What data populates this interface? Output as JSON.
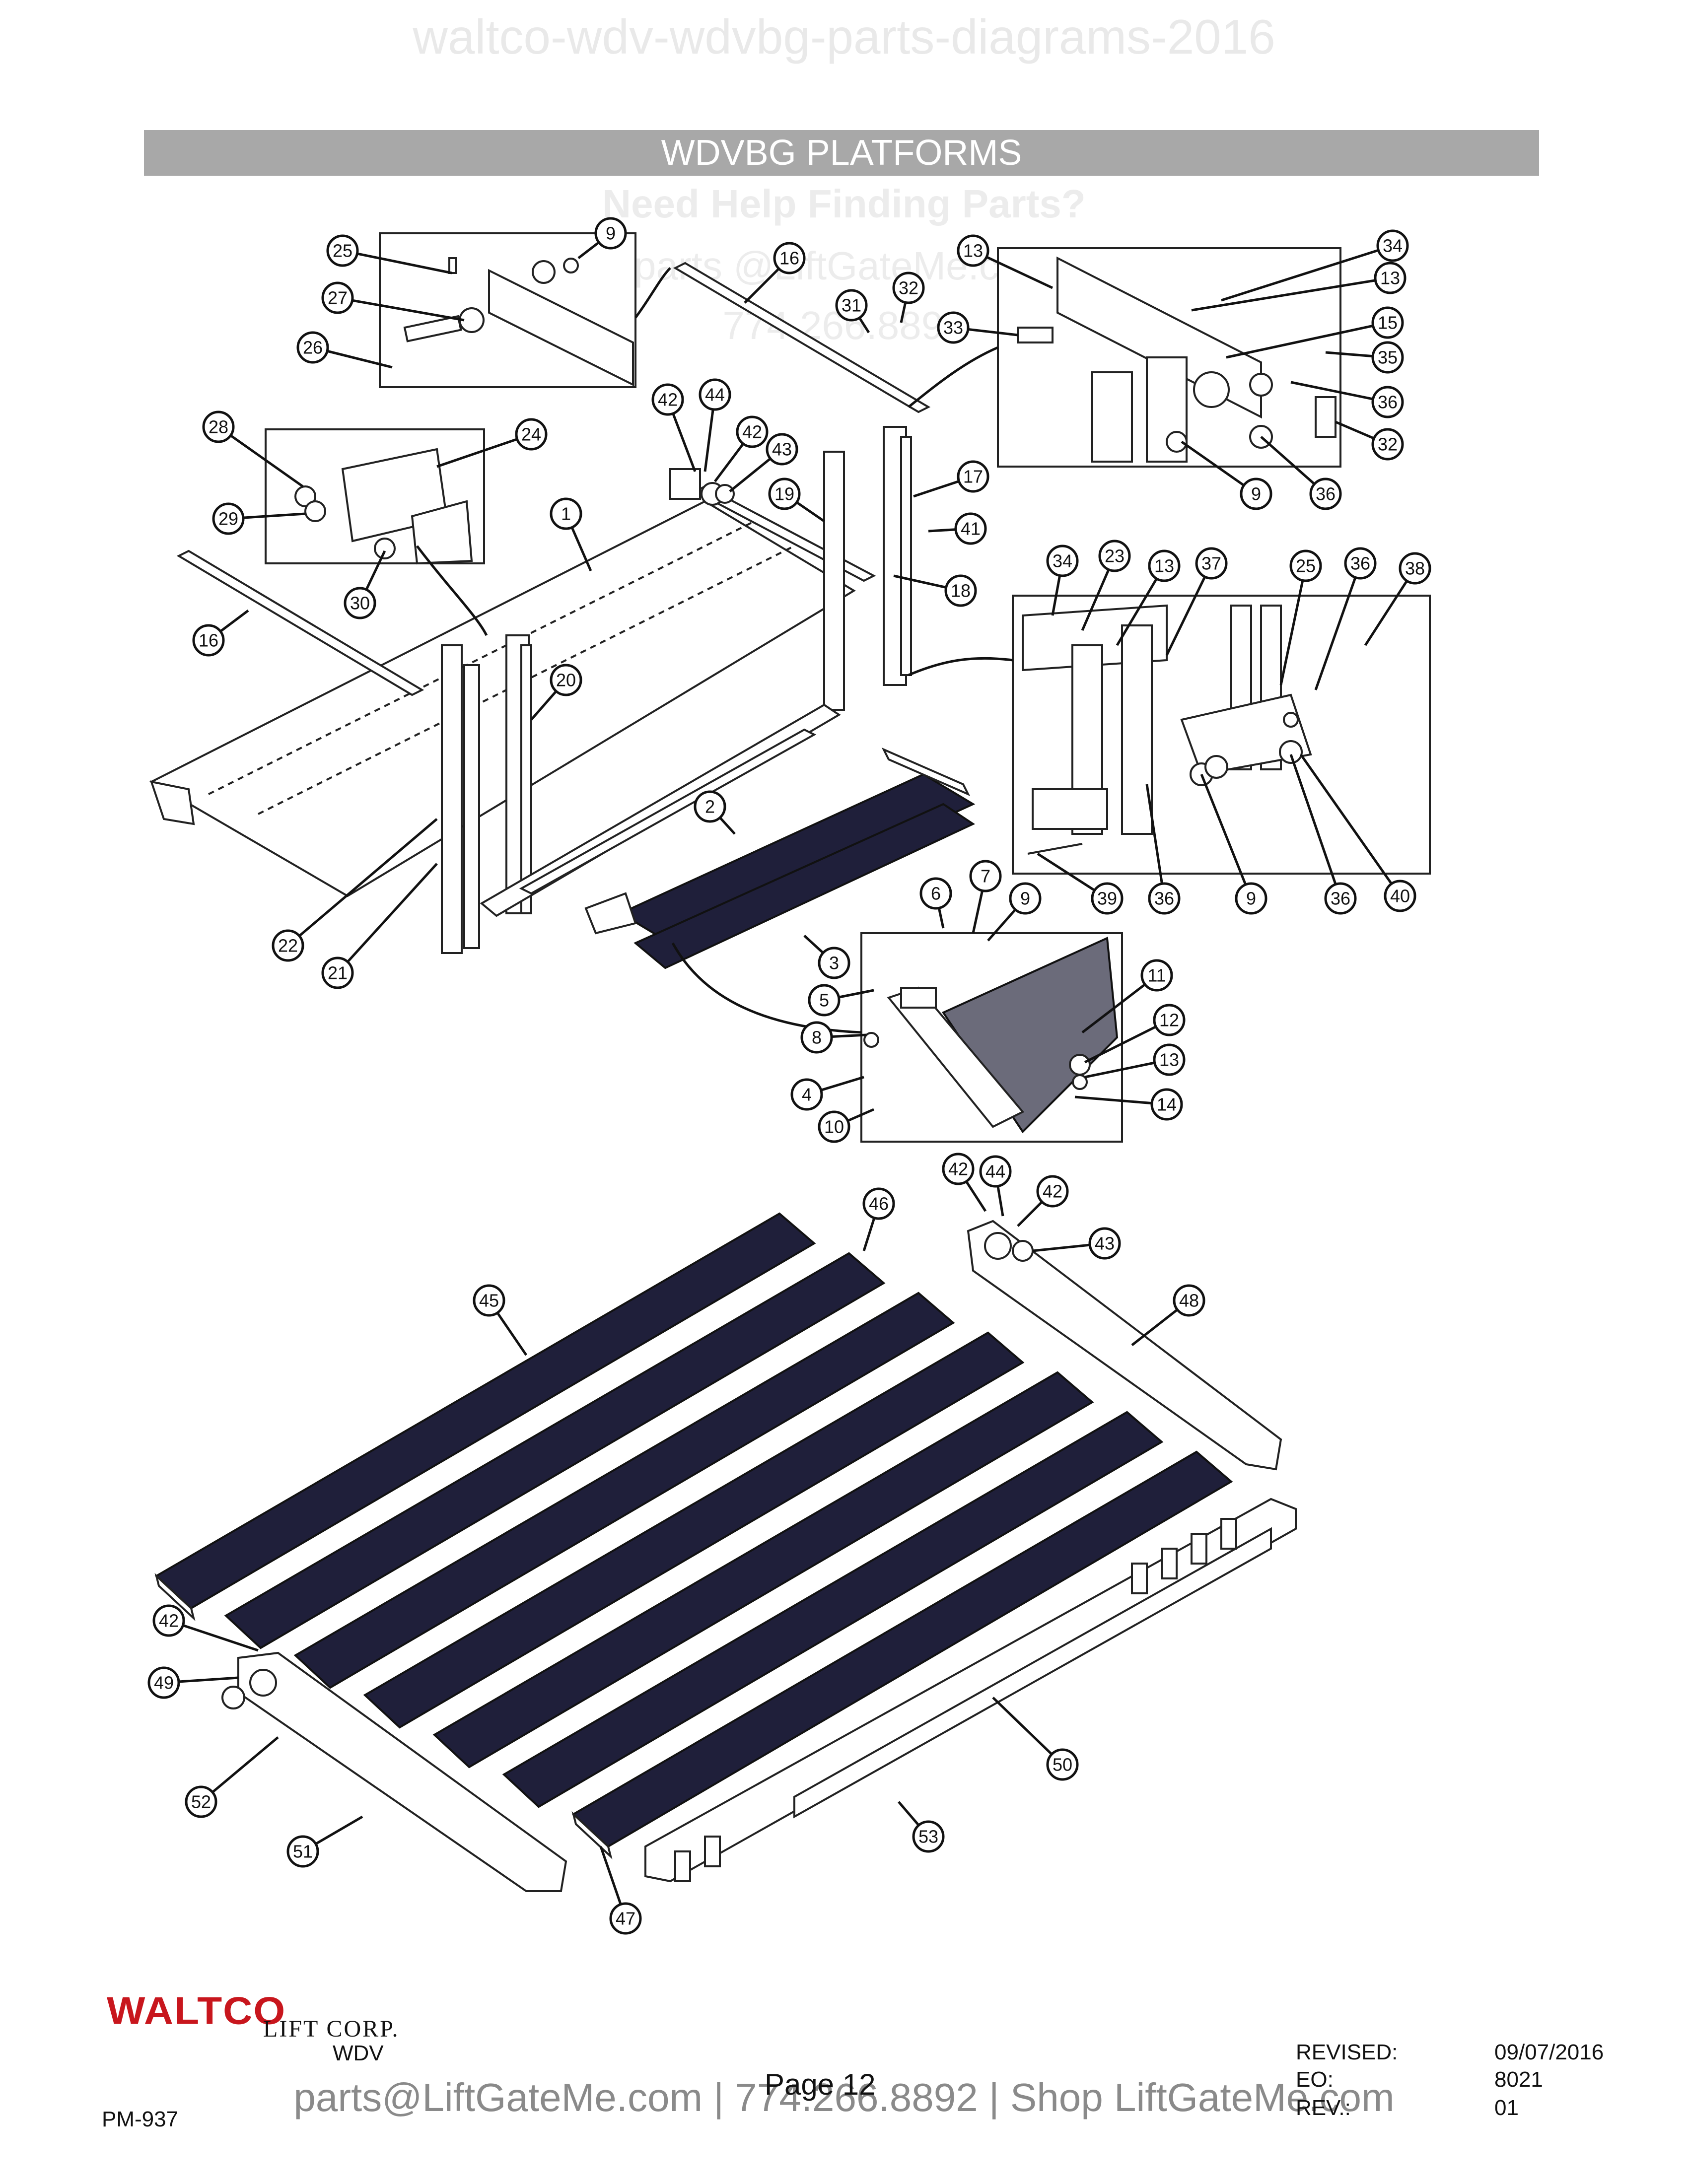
{
  "watermark_top": "waltco-wdv-wdvbg-parts-diagrams-2016",
  "title": "WDVBG PLATFORMS",
  "watermarks": {
    "help": "Need Help Finding Parts?",
    "email": "parts @LiftGateMe.com",
    "phone": "774.266.8892"
  },
  "diagram": {
    "callouts": [
      "1",
      "2",
      "3",
      "4",
      "5",
      "6",
      "7",
      "8",
      "9",
      "10",
      "11",
      "12",
      "13",
      "14",
      "15",
      "16",
      "17",
      "18",
      "19",
      "20",
      "21",
      "22",
      "23",
      "24",
      "25",
      "26",
      "27",
      "28",
      "29",
      "30",
      "31",
      "32",
      "33",
      "34",
      "35",
      "36",
      "37",
      "38",
      "39",
      "40",
      "41",
      "42",
      "43",
      "44",
      "45",
      "46",
      "47",
      "48",
      "49",
      "50",
      "51",
      "52",
      "53"
    ]
  },
  "footer": {
    "brand": "WALTCO",
    "brand_sub": "LIFT CORP.",
    "model": "WDV",
    "doc_number": "PM-937",
    "page": "Page 12",
    "contact": "parts@LiftGateMe.com | 774.266.8892 | Shop LiftGateMe.com",
    "revised_label": "REVISED:",
    "revised_value": "09/07/2016",
    "eo_label": "EO:",
    "eo_value": "8021",
    "rev_label": "REV.:",
    "rev_value": "01"
  }
}
